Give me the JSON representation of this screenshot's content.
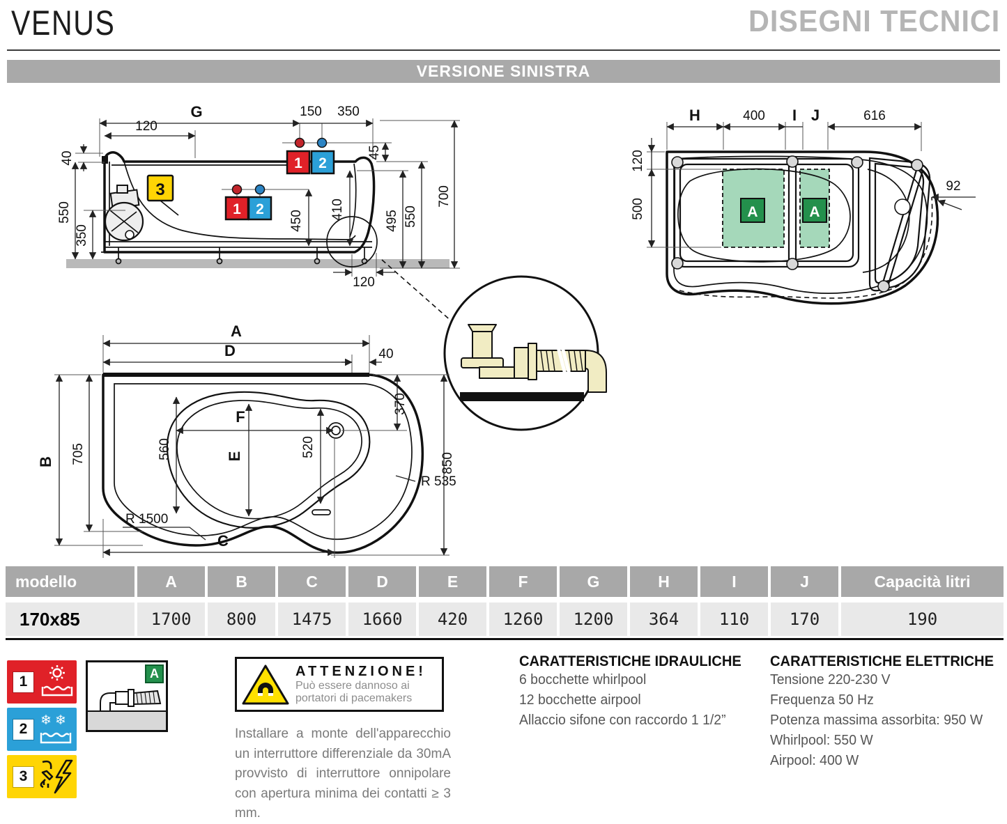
{
  "header": {
    "title": "VENUS",
    "section": "DISEGNI TECNICI"
  },
  "banner": {
    "text": "VERSIONE SINISTRA"
  },
  "diagrams": {
    "side": {
      "g": "G",
      "top_120": "120",
      "top_150": "150",
      "top_350": "350",
      "left_40": "40",
      "left_550": "550",
      "left_350": "350",
      "right_45": "45",
      "right_700": "700",
      "right_550": "550",
      "right_495": "495",
      "inner_410": "410",
      "inner_450": "450",
      "bottom_120": "120",
      "badge_1": "1",
      "badge_2": "2",
      "badge_3": "3"
    },
    "top": {
      "h": "H",
      "d400": "400",
      "i": "I",
      "j": "J",
      "d616": "616",
      "left_120": "120",
      "left_500": "500",
      "right_92": "92",
      "area_a": "A"
    },
    "plan": {
      "a": "A",
      "d": "D",
      "d40": "40",
      "b": "B",
      "d705": "705",
      "f": "F",
      "e": "E",
      "d560": "560",
      "d520": "520",
      "right_370": "370",
      "right_850": "850",
      "r535": "R 535",
      "r1500": "R 1500",
      "c": "C"
    }
  },
  "table": {
    "headers": [
      "modello",
      "A",
      "B",
      "C",
      "D",
      "E",
      "F",
      "G",
      "H",
      "I",
      "J",
      "Capacità litri"
    ],
    "rows": [
      {
        "model": "170x85",
        "values": [
          "1700",
          "800",
          "1475",
          "1660",
          "420",
          "1260",
          "1200",
          "364",
          "110",
          "170",
          "190"
        ]
      }
    ]
  },
  "legend": {
    "items": [
      {
        "number": "1",
        "icon": "sun-over-water-icon",
        "color": "#e02128"
      },
      {
        "number": "2",
        "icon": "snowflakes-over-water-icon",
        "color": "#2ba0d8"
      },
      {
        "number": "3",
        "icon": "plug-lightning-icon",
        "color": "#ffd504"
      }
    ],
    "pipe_area_label": "A"
  },
  "warning": {
    "title": "ATTENZIONE!",
    "line1": "Può essere dannoso ai",
    "line2": "portatori di pacemakers",
    "note": "Installare a monte dell'apparecchio un interruttore differenziale da 30mA provvisto di interruttore onnipolare con apertura minima dei contatti ≥ 3 mm."
  },
  "hydraulic": {
    "title": "CARATTERISTICHE IDRAULICHE",
    "lines": [
      "6 bocchette whirlpool",
      "12 bocchette airpool",
      "Allaccio sifone con raccordo 1 1/2”"
    ]
  },
  "electric": {
    "title": "CARATTERISTICHE ELETTRICHE",
    "lines": [
      "Tensione 220-230 V",
      "Frequenza 50 Hz",
      "Potenza massima assorbita: 950 W",
      "Whirlpool: 550 W",
      "Airpool: 400 W"
    ]
  },
  "colors": {
    "hot_red": "#e02128",
    "cold_blue": "#2ba0d8",
    "power_yellow": "#ffd504",
    "area_green_light": "#a5d8ba",
    "area_green_dark": "#23904c",
    "banner_gray": "#a9a9a9",
    "table_header_gray": "#a8a8a8",
    "table_row_gray": "#e9e9e9",
    "pipe_cream": "#f1ecc3",
    "floor_gray": "#b9b9b9"
  }
}
